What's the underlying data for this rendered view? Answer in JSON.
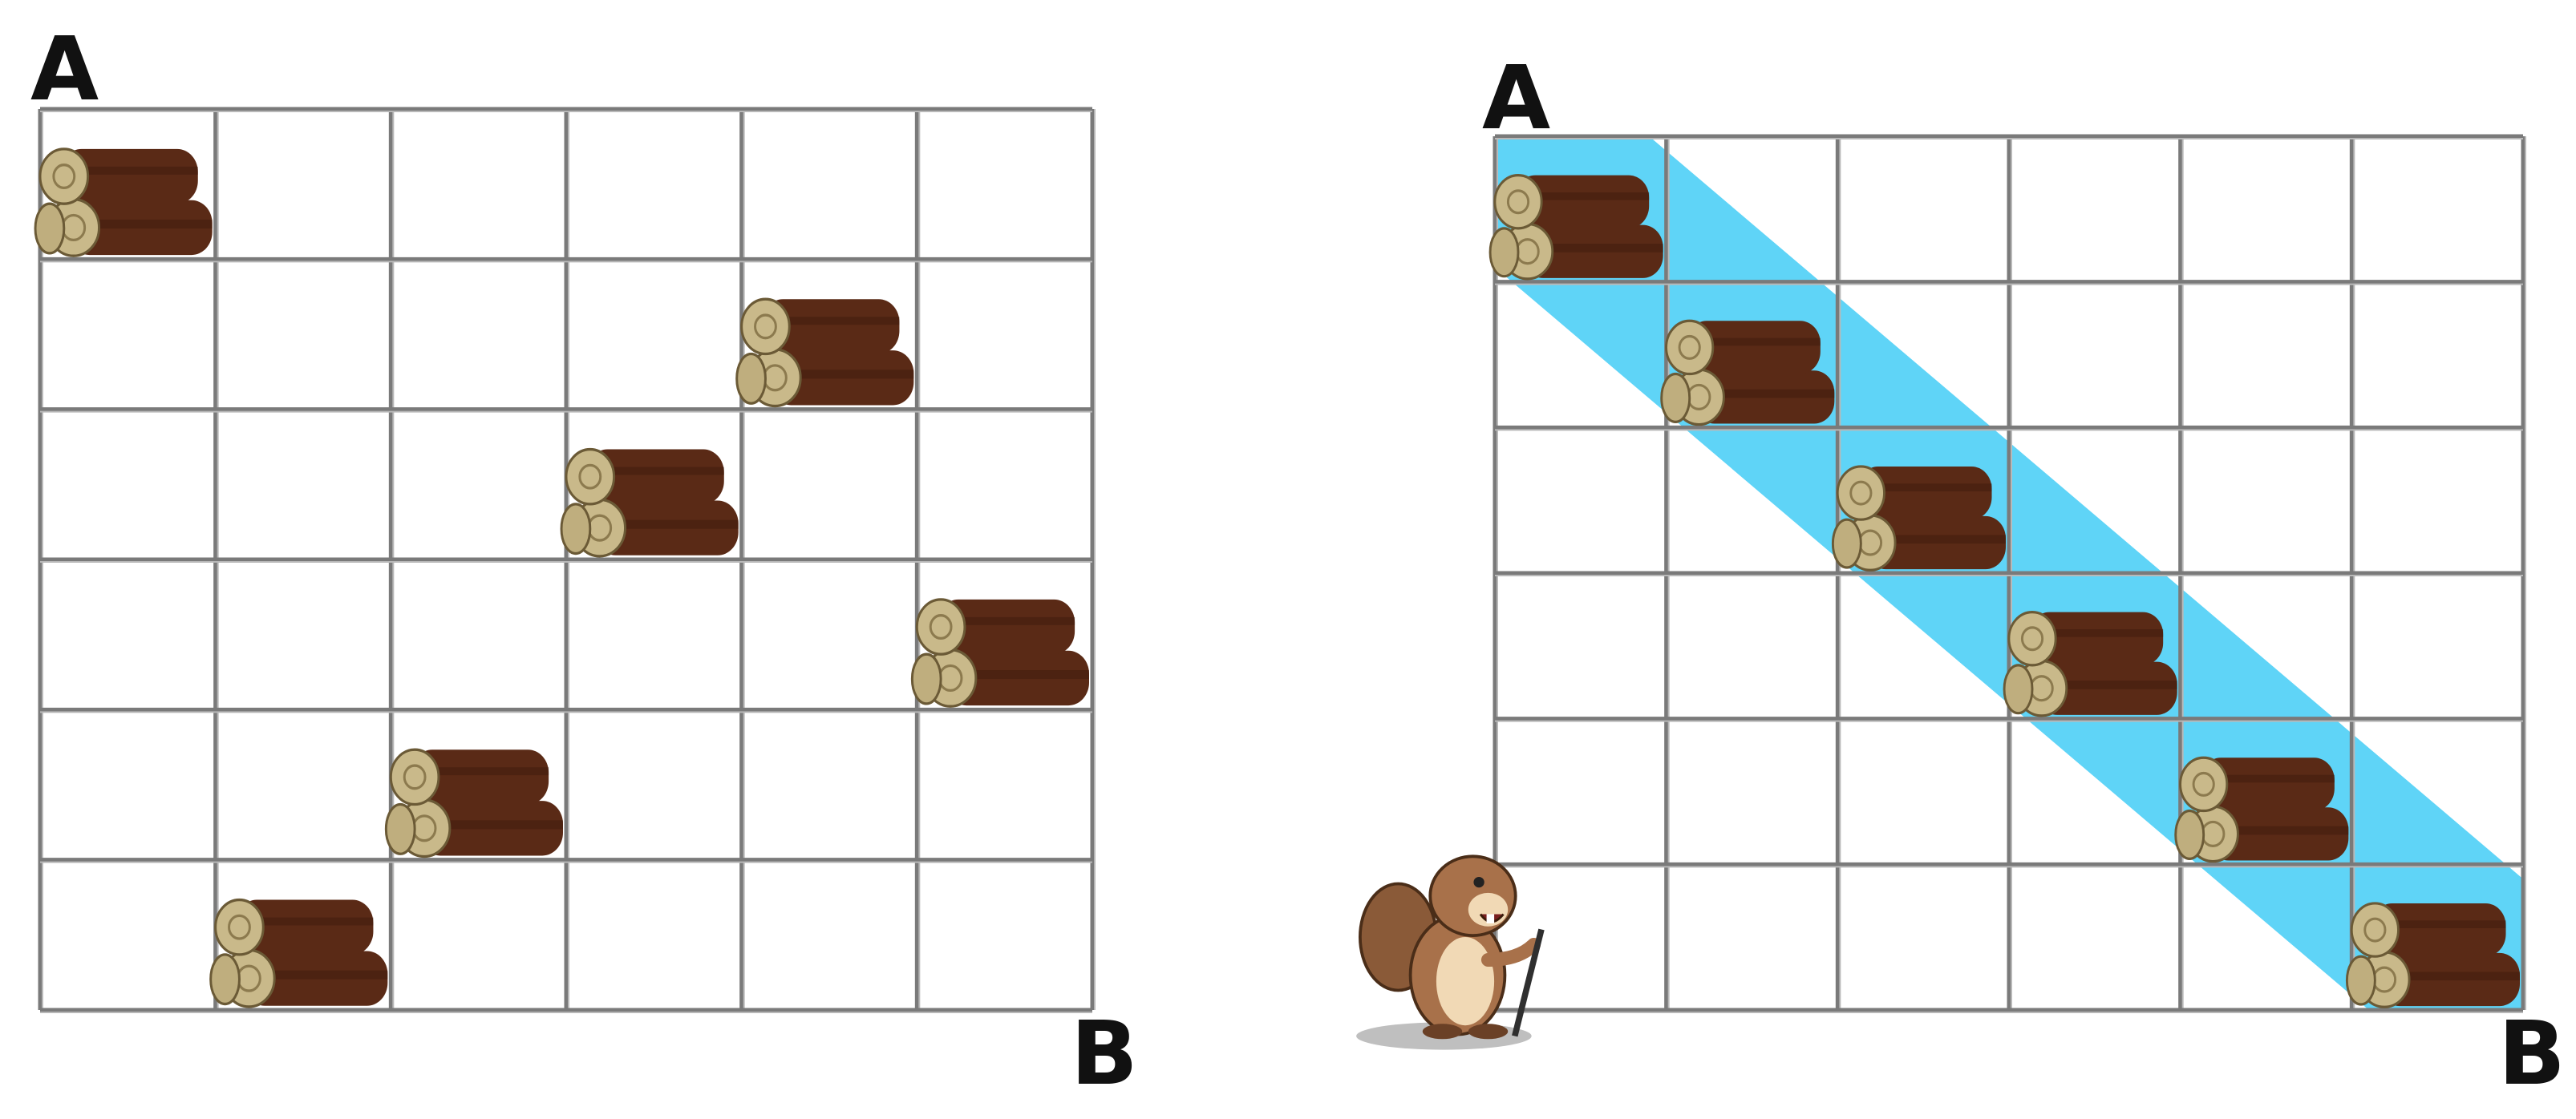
{
  "puzzles": [
    {
      "id": "left",
      "start_label": "A",
      "end_label": "B",
      "grid": {
        "rows": 6,
        "cols": 6
      },
      "logs": [
        {
          "row": 0,
          "col": 0
        },
        {
          "row": 1,
          "col": 4
        },
        {
          "row": 2,
          "col": 3
        },
        {
          "row": 3,
          "col": 5
        },
        {
          "row": 4,
          "col": 2
        },
        {
          "row": 5,
          "col": 1
        }
      ],
      "river": false,
      "beaver": false
    },
    {
      "id": "right",
      "start_label": "A",
      "end_label": "B",
      "grid": {
        "rows": 6,
        "cols": 6
      },
      "logs": [
        {
          "row": 0,
          "col": 0
        },
        {
          "row": 1,
          "col": 1
        },
        {
          "row": 2,
          "col": 2
        },
        {
          "row": 3,
          "col": 3
        },
        {
          "row": 4,
          "col": 4
        },
        {
          "row": 5,
          "col": 5
        }
      ],
      "river": true,
      "beaver": true
    }
  ],
  "colors": {
    "grid_line": "#7a7a7a",
    "river": "#5fd4f7",
    "log_bark": "#5a2a16",
    "log_bark_dark": "#3d1a0c",
    "log_end": "#c9b98a",
    "log_ring": "#8c7a4e",
    "beaver_fur": "#a8714a",
    "beaver_belly": "#f1d9b5"
  },
  "icons": {
    "log": "log-pile-icon",
    "beaver": "beaver-icon"
  }
}
